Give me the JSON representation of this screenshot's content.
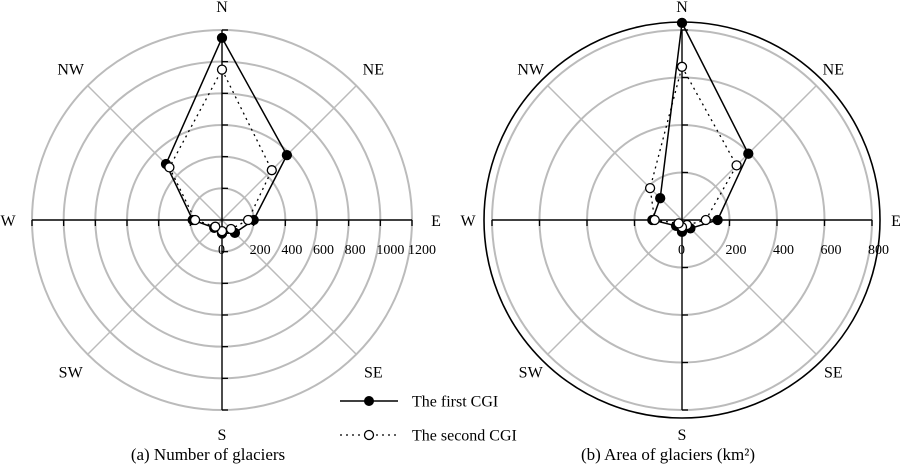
{
  "colors": {
    "grid": "#bbbbbb",
    "axis": "#000000",
    "series_line": "#000000",
    "open_marker_fill": "#ffffff"
  },
  "legend": {
    "items": [
      {
        "label": "The first CGI",
        "marker": "filled-circle",
        "line": "solid"
      },
      {
        "label": "The second CGI",
        "marker": "open-circle",
        "line": "dotted"
      }
    ]
  },
  "chart_data": [
    {
      "type": "radar",
      "caption": "(a) Number of glaciers",
      "directions": [
        "N",
        "NE",
        "E",
        "SE",
        "S",
        "SW",
        "W",
        "NW"
      ],
      "radial_ticks": [
        0,
        200,
        400,
        600,
        800,
        1000,
        1200
      ],
      "rlim": [
        0,
        1200
      ],
      "outer_circle": false,
      "grid": true,
      "series": [
        {
          "name": "The first CGI",
          "values": [
            1150,
            580,
            200,
            115,
            85,
            70,
            185,
            500
          ]
        },
        {
          "name": "The second CGI",
          "values": [
            950,
            445,
            165,
            80,
            70,
            60,
            170,
            470
          ]
        }
      ]
    },
    {
      "type": "radar",
      "caption": "(b) Area of glaciers (km²)",
      "directions": [
        "N",
        "NE",
        "E",
        "SE",
        "S",
        "SW",
        "W",
        "NW"
      ],
      "radial_ticks": [
        0,
        200,
        400,
        600,
        800
      ],
      "rlim": [
        0,
        800
      ],
      "outer_circle": true,
      "grid": true,
      "series": [
        {
          "name": "The first CGI",
          "values": [
            830,
            395,
            150,
            50,
            50,
            35,
            125,
            130
          ]
        },
        {
          "name": "The second CGI",
          "values": [
            645,
            325,
            100,
            30,
            30,
            20,
            115,
            190
          ]
        }
      ]
    }
  ]
}
